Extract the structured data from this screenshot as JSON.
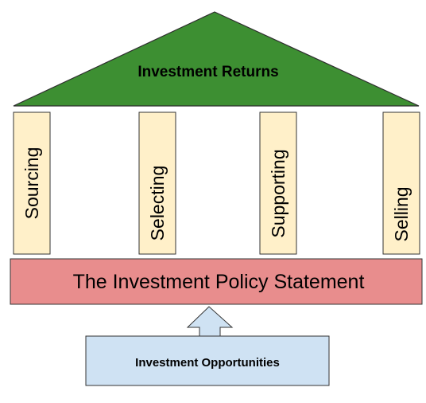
{
  "roof": {
    "label": "Investment Returns"
  },
  "pillars": {
    "items": [
      {
        "label": "Sourcing"
      },
      {
        "label": "Selecting"
      },
      {
        "label": "Supporting"
      },
      {
        "label": "Selling"
      }
    ]
  },
  "foundation": {
    "label": "The Investment Policy Statement"
  },
  "input_box": {
    "label": "Investment Opportunities"
  },
  "colors": {
    "roof_fill": "#3d8f32",
    "pillar_fill": "#fff0c9",
    "foundation_fill": "#e88d8d",
    "box_fill": "#cfe2f3",
    "arrow_fill": "#cfe2f3",
    "stroke": "#333333"
  }
}
